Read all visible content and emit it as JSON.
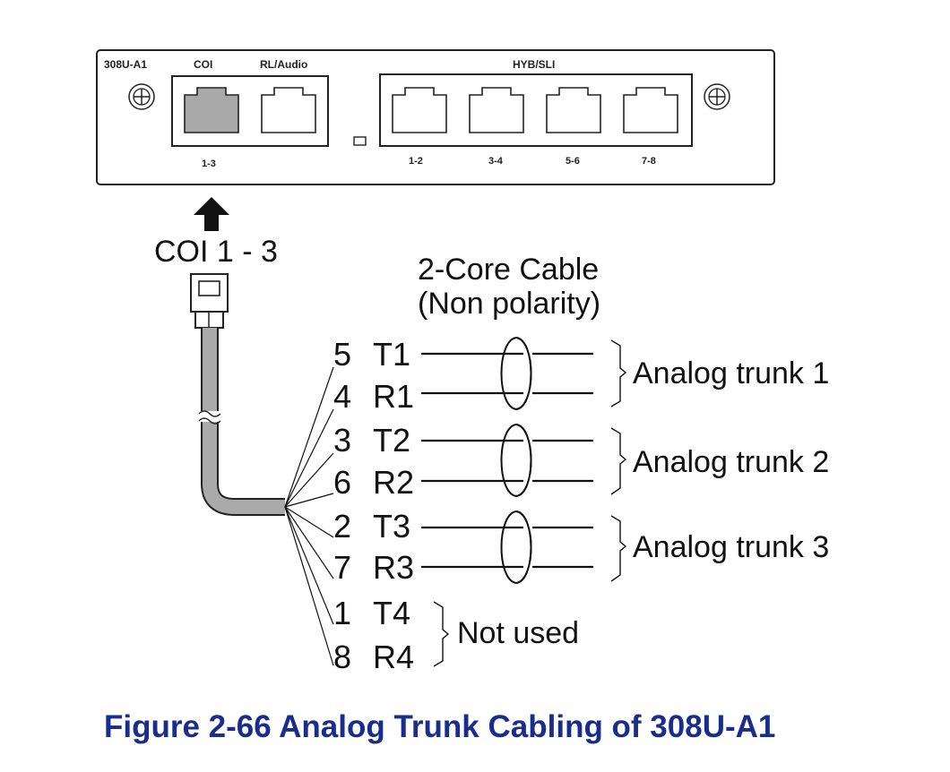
{
  "panel": {
    "model": "308U-A1",
    "coi_label": "COI",
    "rl_label": "RL/Audio",
    "hyb_label": "HYB/SLI",
    "coi_port": "1-3",
    "hyb_ports": [
      "1-2",
      "3-4",
      "5-6",
      "7-8"
    ]
  },
  "connector_label": "COI 1 - 3",
  "cable": {
    "line1": "2-Core Cable",
    "line2": "(Non polarity)"
  },
  "wires": [
    {
      "pin": "5",
      "name": "T1"
    },
    {
      "pin": "4",
      "name": "R1"
    },
    {
      "pin": "3",
      "name": "T2"
    },
    {
      "pin": "6",
      "name": "R2"
    },
    {
      "pin": "2",
      "name": "T3"
    },
    {
      "pin": "7",
      "name": "R3"
    },
    {
      "pin": "1",
      "name": "T4"
    },
    {
      "pin": "8",
      "name": "R4"
    }
  ],
  "groups": [
    "Analog trunk 1",
    "Analog trunk 2",
    "Analog trunk 3",
    "Not used"
  ],
  "caption": "Figure 2-66  Analog Trunk Cabling of 308U-A1",
  "colors": {
    "caption": "#1a2d8c",
    "cable": "#aaaaaa",
    "coi_port_fill": "#a8a8a8"
  }
}
